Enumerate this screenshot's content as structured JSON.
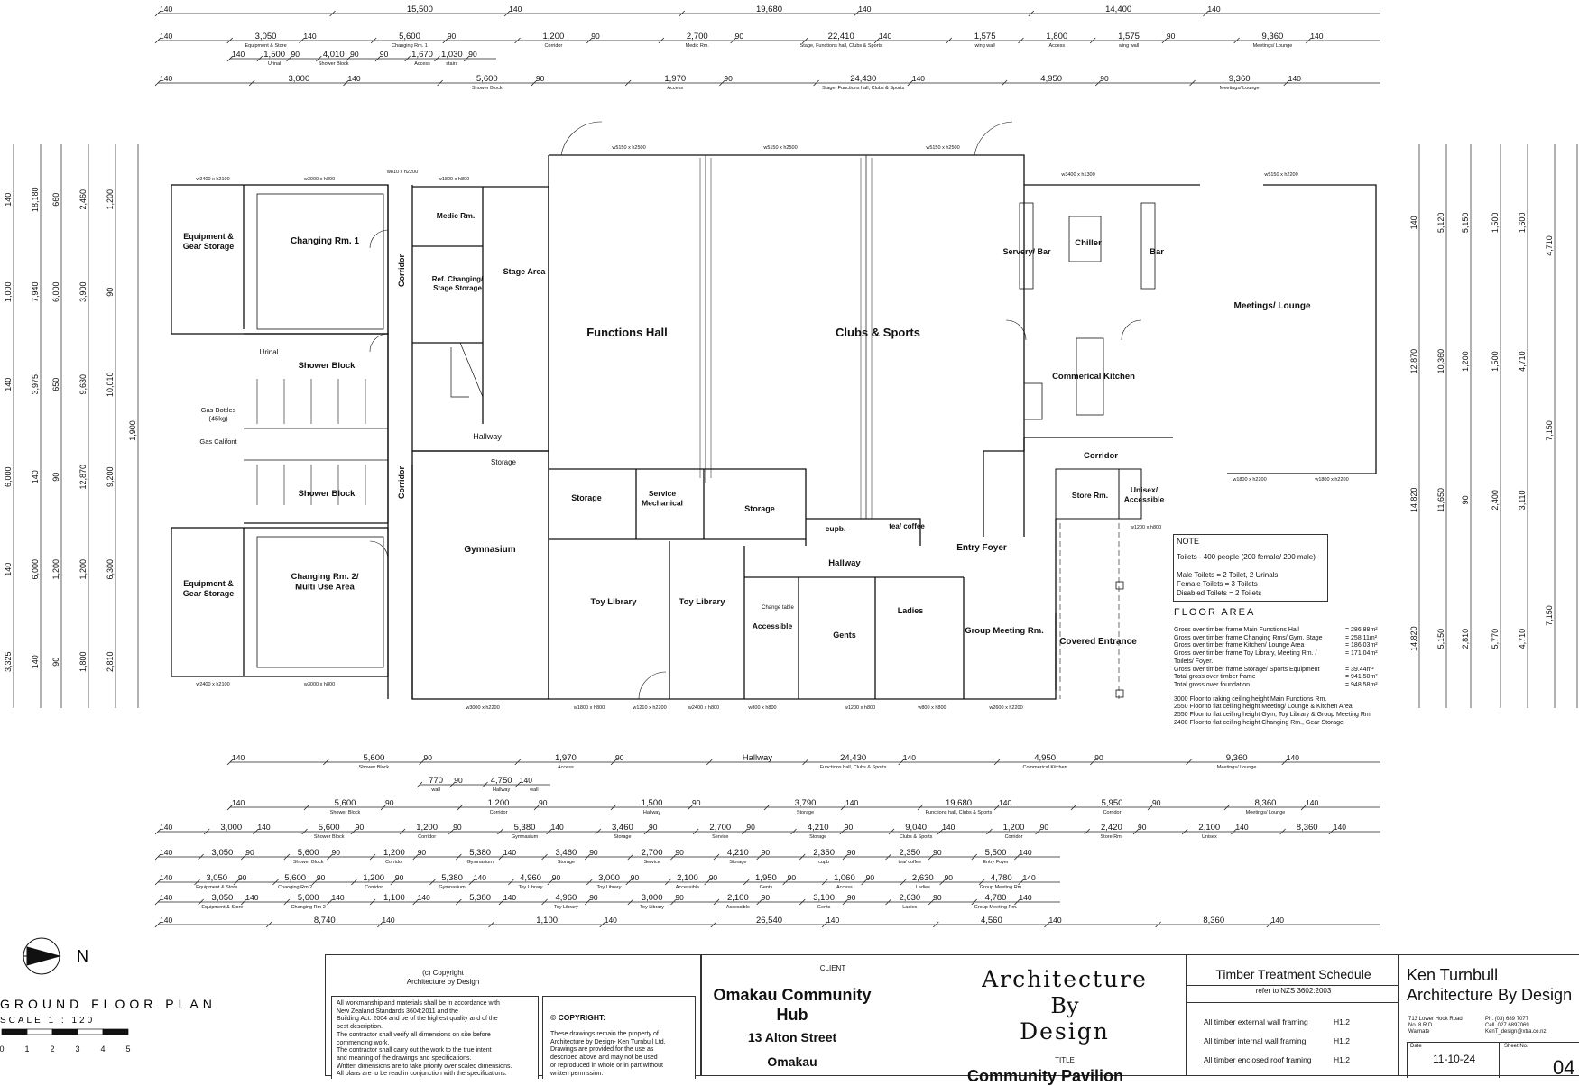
{
  "drawing": {
    "title": "GROUND FLOOR PLAN",
    "scale": "SCALE 1 : 120",
    "scale_bar": [
      "0",
      "1",
      "2",
      "3",
      "4",
      "5"
    ],
    "north_label": "N"
  },
  "rooms": {
    "equipment_1": [
      "Equipment &",
      "Gear Storage"
    ],
    "changing_1": "Changing Rm. 1",
    "shower_1": "Shower Block",
    "urinal": "Urinal",
    "gas_bottles": [
      "Gas Bottles",
      "(45kg)"
    ],
    "gas_califont": "Gas Califont",
    "shower_2": "Shower Block",
    "equipment_2": [
      "Equipment &",
      "Gear Storage"
    ],
    "changing_2": [
      "Changing Rm. 2/",
      "Multi Use Area"
    ],
    "corridor": "Corridor",
    "medic": "Medic Rm.",
    "ref_changing": [
      "Ref. Changing/",
      "Stage Storage"
    ],
    "stage": "Stage Area",
    "hallway": "Hallway",
    "storage_small": "Storage",
    "gymnasium": "Gymnasium",
    "functions_hall": "Functions Hall",
    "clubs_sports": "Clubs & Sports",
    "storage_a": "Storage",
    "service": [
      "Service",
      "Mechanical"
    ],
    "storage_b": "Storage",
    "toy_1": "Toy Library",
    "toy_2": "Toy Library",
    "cupb": "cupb.",
    "tea": "tea/ coffee",
    "hallway_2": "Hallway",
    "accessible": "Accessible",
    "change_table": "Change table",
    "gents": "Gents",
    "ladies": "Ladies",
    "group_meeting": "Group Meeting  Rm.",
    "entry_foyer": "Entry Foyer",
    "covered_entrance": "Covered Entrance",
    "servery": "Servery/ Bar",
    "chiller": "Chiller",
    "bar": "Bar",
    "kitchen": "Commerical Kitchen",
    "corridor_2": "Corridor",
    "store_rm": "Store Rm.",
    "unisex": [
      "Unisex/",
      "Accessible"
    ],
    "meetings_lounge": "Meetings/ Lounge"
  },
  "windows": [
    "w2400 x h2100",
    "w3000 x h800",
    "w810 x h2200",
    "w1800 x h800",
    "w5150 x h2500",
    "w5150 x h2500",
    "w5150 x h2500",
    "w3400 x h1300",
    "w5150 x h2200",
    "w1800 x h2200",
    "w1800 x h2200",
    "w2400 x h2100",
    "w3000 x h800",
    "w3000 x h2200",
    "w1800 x h800",
    "w1210 x h2200",
    "w2400 x h800",
    "w800 x h800",
    "w1200 x h800",
    "w800 x h800",
    "w2600 x h2200",
    "w1200 x h800"
  ],
  "note": {
    "heading": "NOTE",
    "lines": [
      "Toilets - 400 people (200 female/ 200 male)",
      "",
      "Male Toilets = 2 Toilet, 2 Urinals",
      "Female Toilets = 3 Toilets",
      "Disabled Toilets = 2 Toilets"
    ]
  },
  "floor_area": {
    "heading": "FLOOR AREA",
    "rows": [
      {
        "label": "Gross over timber frame Main Functions Hall",
        "value": "286.88m²"
      },
      {
        "label": "Gross over timber frame Changing Rms/ Gym, Stage",
        "value": "258.11m²"
      },
      {
        "label": "Gross over timber frame Kitchen/ Lounge Area",
        "value": "186.03m²"
      },
      {
        "label": "Gross over timber frame Toy Library, Meeting Rm. /",
        "value": "171.04m²"
      },
      {
        "label": "Toilets/ Foyer.",
        "value": ""
      },
      {
        "label": "Gross over timber frame Storage/ Sports Equipment",
        "value": "39.44m²"
      },
      {
        "label": "Total gross over timber frame",
        "value": "941.50m²"
      },
      {
        "label": "Total gross over foundation",
        "value": "948.58m²"
      }
    ],
    "ceiling_notes": [
      "3000 Floor to raking ceiling height Main Functions Rm.",
      "2550 Floor to flat ceiling height Meeting/ Lounge & Kitchen Area",
      "2550 Floor to flat ceiling height Gym, Toy Library & Group Meeting Rm.",
      "2400 Floor to flat ceiling height Changing Rm., Gear Storage"
    ]
  },
  "dim_rows_top": [
    [
      [
        "140"
      ],
      [
        "15,500"
      ],
      [
        "140"
      ],
      [
        "19,680"
      ],
      [
        "140"
      ],
      [
        "14,400"
      ],
      [
        "140"
      ]
    ],
    [
      [
        "140"
      ],
      [
        "3,050",
        "Equipment & Store"
      ],
      [
        "140"
      ],
      [
        "5,600",
        "Changing Rm. 1"
      ],
      [
        "90"
      ],
      [
        "1,200",
        "Corridor"
      ],
      [
        "90"
      ],
      [
        "2,700",
        "Medic Rm."
      ],
      [
        "90"
      ],
      [
        "22,410",
        "Stage, Functions hall, Clubs & Sports"
      ],
      [
        "140"
      ],
      [
        "1,575",
        "wing wall"
      ],
      [
        "1,800",
        "Access"
      ],
      [
        "1,575",
        "wing wall"
      ],
      [
        "90"
      ],
      [
        "9,360",
        "Meetings/ Lounge"
      ],
      [
        "140"
      ]
    ],
    [
      [
        "140"
      ],
      [
        "1,500",
        "Urinal"
      ],
      [
        "90"
      ],
      [
        "4,010",
        "Shower Block"
      ],
      [
        "90"
      ],
      [
        "90"
      ],
      [
        "1,670",
        "Access"
      ],
      [
        "1,030",
        "stairs"
      ],
      [
        "90"
      ]
    ],
    [
      [
        "140"
      ],
      [
        "3,000"
      ],
      [
        "140"
      ],
      [
        "5,600",
        "Shower Block"
      ],
      [
        "90"
      ],
      [
        "1,970",
        "Access"
      ],
      [
        "90"
      ],
      [
        "24,430",
        "Stage, Functions hall, Clubs & Sports"
      ],
      [
        "140"
      ],
      [
        "4,950"
      ],
      [
        "90"
      ],
      [
        "9,360",
        "Meetings/ Lounge"
      ],
      [
        "140"
      ]
    ]
  ],
  "dim_rows_bottom": [
    [
      [
        "140"
      ],
      [
        "5,600",
        "Shower Block"
      ],
      [
        "90"
      ],
      [
        "1,970",
        "Access"
      ],
      [
        "90"
      ],
      [
        "Hallway"
      ],
      [
        "24,430",
        "Functions hall, Clubs & Sports"
      ],
      [
        "140"
      ],
      [
        "4,950",
        "Commerical Kitchen"
      ],
      [
        "90"
      ],
      [
        "9,360",
        "Meetings/ Lounge"
      ],
      [
        "140"
      ]
    ],
    [
      [
        "770",
        "wall"
      ],
      [
        "90"
      ],
      [
        "4,750",
        "Hallway"
      ],
      [
        "140",
        "wall"
      ]
    ],
    [
      [
        "140"
      ],
      [
        "5,600",
        "Shower Block"
      ],
      [
        "90"
      ],
      [
        "1,200",
        "Corridor"
      ],
      [
        "90"
      ],
      [
        "1,500",
        "Hallway"
      ],
      [
        "90"
      ],
      [
        "3,790",
        "Storage"
      ],
      [
        "140"
      ],
      [
        "19,680",
        "Functions hall, Clubs & Sports"
      ],
      [
        "140"
      ],
      [
        "5,950",
        "Corridor"
      ],
      [
        "90"
      ],
      [
        "8,360",
        "Meetings/ Lounge"
      ],
      [
        "140"
      ]
    ],
    [
      [
        "140"
      ],
      [
        "3,000"
      ],
      [
        "140"
      ],
      [
        "5,600",
        "Shower Block"
      ],
      [
        "90"
      ],
      [
        "1,200",
        "Corridor"
      ],
      [
        "90"
      ],
      [
        "5,380",
        "Gymnasium"
      ],
      [
        "140"
      ],
      [
        "3,460",
        "Storage"
      ],
      [
        "90"
      ],
      [
        "2,700",
        "Service"
      ],
      [
        "90"
      ],
      [
        "4,210",
        "Storage"
      ],
      [
        "90"
      ],
      [
        "9,040",
        "Clubs & Sports"
      ],
      [
        "140"
      ],
      [
        "1,200",
        "Corridor"
      ],
      [
        "90"
      ],
      [
        "2,420",
        "Store Rm."
      ],
      [
        "90"
      ],
      [
        "2,100",
        "Unisex"
      ],
      [
        "140"
      ],
      [
        "8,360"
      ],
      [
        "140"
      ]
    ],
    [
      [
        "140"
      ],
      [
        "3,050"
      ],
      [
        "90"
      ],
      [
        "5,600",
        "Shower Block"
      ],
      [
        "90"
      ],
      [
        "1,200",
        "Corridor"
      ],
      [
        "90"
      ],
      [
        "5,380",
        "Gymnasium"
      ],
      [
        "140"
      ],
      [
        "3,460",
        "Storage"
      ],
      [
        "90"
      ],
      [
        "2,700",
        "Service"
      ],
      [
        "90"
      ],
      [
        "4,210",
        "Storage"
      ],
      [
        "90"
      ],
      [
        "2,350",
        "cupb"
      ],
      [
        "90"
      ],
      [
        "2,350",
        "tea/ coffee"
      ],
      [
        "90"
      ],
      [
        "5,500",
        "Entry Foyer"
      ],
      [
        "140"
      ]
    ],
    [
      [
        "140"
      ],
      [
        "3,050",
        "Equipment & Store"
      ],
      [
        "90"
      ],
      [
        "5,600",
        "Changing Rm 2"
      ],
      [
        "90"
      ],
      [
        "1,200",
        "Corridor"
      ],
      [
        "90"
      ],
      [
        "5,380",
        "Gymnasium"
      ],
      [
        "140"
      ],
      [
        "4,960",
        "Toy Library"
      ],
      [
        "90"
      ],
      [
        "3,000",
        "Toy Library"
      ],
      [
        "90"
      ],
      [
        "2,100",
        "Accessible"
      ],
      [
        "90"
      ],
      [
        "1,950",
        "Gents"
      ],
      [
        "90"
      ],
      [
        "1,060",
        "Access"
      ],
      [
        "90"
      ],
      [
        "2,630",
        "Ladies"
      ],
      [
        "90"
      ],
      [
        "4,780",
        "Group Meeting Rm."
      ],
      [
        "140"
      ]
    ],
    [
      [
        "140"
      ],
      [
        "3,050",
        "Equipment & Store"
      ],
      [
        "140"
      ],
      [
        "5,600",
        "Changing Rm 2"
      ],
      [
        "140"
      ],
      [
        "1,100"
      ],
      [
        "140"
      ],
      [
        "5,380"
      ],
      [
        "140"
      ],
      [
        "4,960",
        "Toy Library"
      ],
      [
        "90"
      ],
      [
        "3,000",
        "Toy Library"
      ],
      [
        "90"
      ],
      [
        "2,100",
        "Accessible"
      ],
      [
        "90"
      ],
      [
        "3,100",
        "Gents"
      ],
      [
        "90"
      ],
      [
        "2,630",
        "Ladies"
      ],
      [
        "90"
      ],
      [
        "4,780",
        "Group Meeting Rm."
      ],
      [
        "140"
      ]
    ],
    [
      [
        "140"
      ],
      [
        "8,740"
      ],
      [
        "140"
      ],
      [
        "1,100"
      ],
      [
        "140"
      ],
      [
        "26,540"
      ],
      [
        "140"
      ],
      [
        "4,560"
      ],
      [
        "140"
      ],
      [
        "8,360"
      ],
      [
        "140"
      ]
    ]
  ],
  "side_dims_left": [
    "140",
    "1,000",
    "140",
    "6,000",
    "140",
    "3,325",
    "18,180",
    "7,940",
    "3,975",
    "140",
    "6,000",
    "140",
    "660",
    "6,000",
    "650",
    "90",
    "1,200",
    "90",
    "2,460",
    "3,900",
    "9,630",
    "12,870",
    "1,200",
    "1,800",
    "1,200",
    "90",
    "10,010",
    "9,200",
    "6,300",
    "2,810",
    "1,900"
  ],
  "side_dims_right": [
    "140",
    "12,870",
    "14,820",
    "14,820",
    "5,120",
    "10,360",
    "11,650",
    "5,150",
    "5,150",
    "1,200",
    "90",
    "2,810",
    "1,500",
    "1,500",
    "2,400",
    "5,770",
    "1,600",
    "4,710",
    "3,110",
    "4,710",
    "4,710",
    "7,150",
    "7,150"
  ],
  "title_block": {
    "copyright_head": [
      "(c) Copyright",
      "Architecture by Design"
    ],
    "workmanship": [
      "All workmanship and materials shall be in accordance with",
      "New Zealand Standards 3604:2011 and the",
      "Building Act. 2004 and be of the highest quality and of the",
      "best description.",
      "The contractor shall verify all dimensions on site before",
      "commencing work.",
      "The contractor shall carry out the work to the true intent",
      "and meaning of the drawings and specifications.",
      "Written dimensions are to take priority over scaled dimensions.",
      "All plans are to be read in conjunction with the specifications."
    ],
    "copyright_label": "© COPYRIGHT:",
    "copyright_text": [
      "These drawings remain the property of",
      "Architecture by Design- Ken Turnbull Ltd.",
      "Drawings are provided for the use as",
      "described above and may not be used",
      "or reproduced in whole or in part without",
      "written permission."
    ],
    "client_label": "CLIENT",
    "client_name": [
      "Omakau Community",
      "Hub"
    ],
    "client_address": "13 Alton Street",
    "client_town": "Omakau",
    "firm": [
      "Architecture",
      "By",
      "Design"
    ],
    "title_label": "TITLE",
    "title_value": "Community Pavilion",
    "timber_heading": "Timber Treatment Schedule",
    "timber_ref": "refer to NZS 3602:2003",
    "timber_rows": [
      {
        "label": "All timber external wall framing",
        "value": "H1.2"
      },
      {
        "label": "All timber internal wall framing",
        "value": "H1.2"
      },
      {
        "label": "All timber enclosed roof framing",
        "value": "H1.2"
      }
    ],
    "architect_name": "Ken Turnbull",
    "architect_firm": "Architecture By Design",
    "address": [
      "713 Lower Hook Road",
      "No. 8 R.D.",
      "Waimate"
    ],
    "phone": [
      "Ph. (03) 689 7077",
      "Cell. 027 6897069",
      "KenT_design@xtra.co.nz"
    ],
    "date_label": "Date",
    "date_value": "11-10-24",
    "sheet_label": "Sheet No.",
    "sheet_value": "04"
  }
}
